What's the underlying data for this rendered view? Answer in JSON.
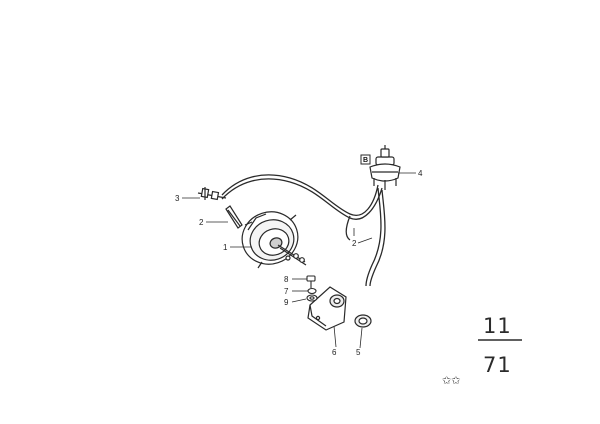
{
  "callouts": {
    "c1": "1",
    "c2": "2",
    "c3": "3",
    "c4": "4",
    "c5": "5",
    "c6": "6",
    "c7": "7",
    "c8": "8",
    "c9": "9",
    "c10": "2"
  },
  "part_badge": "B",
  "group_number": {
    "top": "11",
    "bottom": "71"
  },
  "stars": "✩✩",
  "colors": {
    "line": "#2a2a2a",
    "background": "#ffffff"
  }
}
